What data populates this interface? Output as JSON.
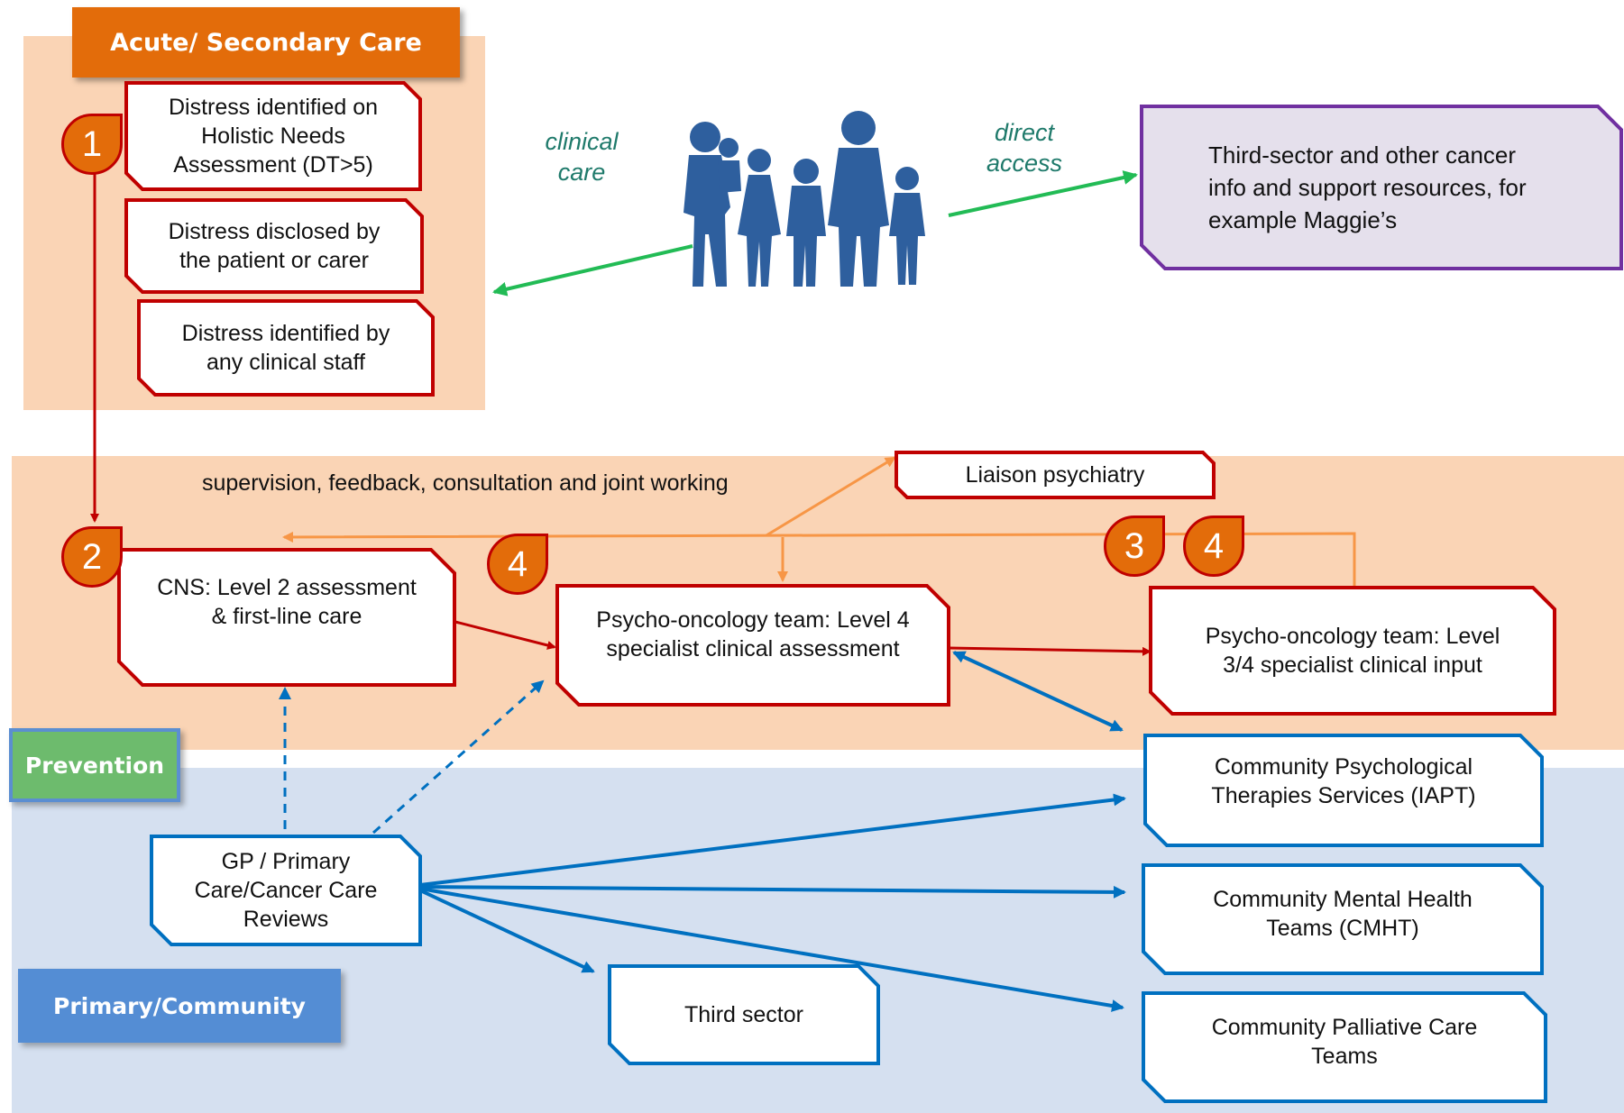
{
  "colors": {
    "acute_bg": "#fad4b5",
    "community_bg": "#d5e0f0",
    "acute_tag": "#e36c0a",
    "prevention_tag": "#6dbb6d",
    "community_tag": "#548dd4",
    "red": "#c00000",
    "blue": "#0070c0",
    "purple": "#7030a0",
    "purple_fill": "#e5e0ec",
    "orange_line": "#f79646",
    "green_arrow": "#22bb55",
    "annotation_teal": "#1f7a6b",
    "silhouette": "#2e5f9e"
  },
  "sections": {
    "acute": "Acute/ Secondary Care",
    "prevention": "Prevention",
    "community": "Primary/Community"
  },
  "annotations": {
    "clinical_care": "clinical\ncare",
    "direct_access": "direct\naccess",
    "supervision": "supervision, feedback, consultation and joint working"
  },
  "nodes": {
    "distress_hna": "Distress identified on\nHolistic Needs\nAssessment  (DT>5)",
    "distress_disclosed": "Distress disclosed by\nthe patient or carer",
    "distress_staff": "Distress identified by\nany clinical staff",
    "third_sector_resources": "Third-sector and other cancer\ninfo and support resources, for\nexample Maggie’s",
    "liaison": "Liaison psychiatry",
    "cns": "CNS: Level 2 assessment\n& first-line care",
    "psycho_l4": "Psycho-oncology team: Level 4\nspecialist clinical assessment",
    "psycho_l34": "Psycho-oncology team: Level\n3/4 specialist clinical input",
    "iapt": "Community Psychological\nTherapies Services (IAPT)",
    "gp": "GP / Primary\nCare/Cancer Care\nReviews",
    "cmht": "Community Mental Health\nTeams (CMHT)",
    "third_sector": "Third sector",
    "palliative": "Community Palliative Care\nTeams"
  },
  "badges": {
    "b1": "1",
    "b2": "2",
    "b4a": "4",
    "b3": "3",
    "b4b": "4"
  },
  "icons": {
    "family": "family-silhouette-icon"
  }
}
